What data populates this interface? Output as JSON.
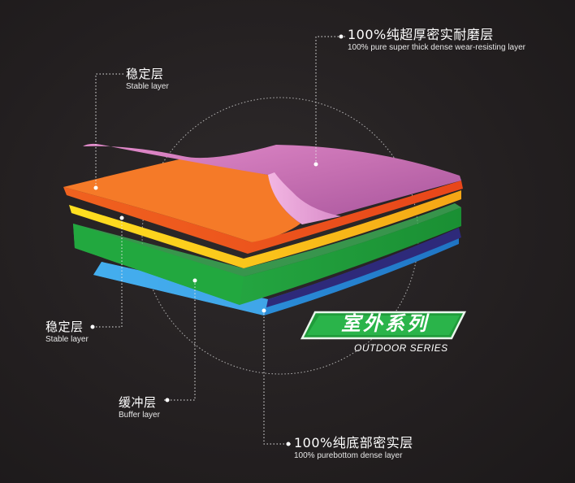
{
  "labels": {
    "top": {
      "cn": "100%纯超厚密实耐磨层",
      "en": "100% pure super thick dense wear-resisting layer"
    },
    "stable_upper": {
      "cn": "稳定层",
      "en": "Stable layer"
    },
    "stable_lower": {
      "cn": "稳定层",
      "en": "Stable layer"
    },
    "buffer": {
      "cn": "缓冲层",
      "en": "Buffer layer"
    },
    "bottom": {
      "cn": "100%纯底部密实层",
      "en": "100% purebottom dense layer"
    }
  },
  "badge": {
    "cn": "室外系列",
    "en": "OUTDOOR SERIES"
  },
  "colors": {
    "background": "#231f20",
    "wear_layer": "#c36fb0",
    "stable_orange": "#ef5a1e",
    "stable_yellow": "#ffd21a",
    "buffer_green": "#1fa63c",
    "bottom_blue": "#2a8fdc",
    "badge_green": "#1f9c3a"
  }
}
